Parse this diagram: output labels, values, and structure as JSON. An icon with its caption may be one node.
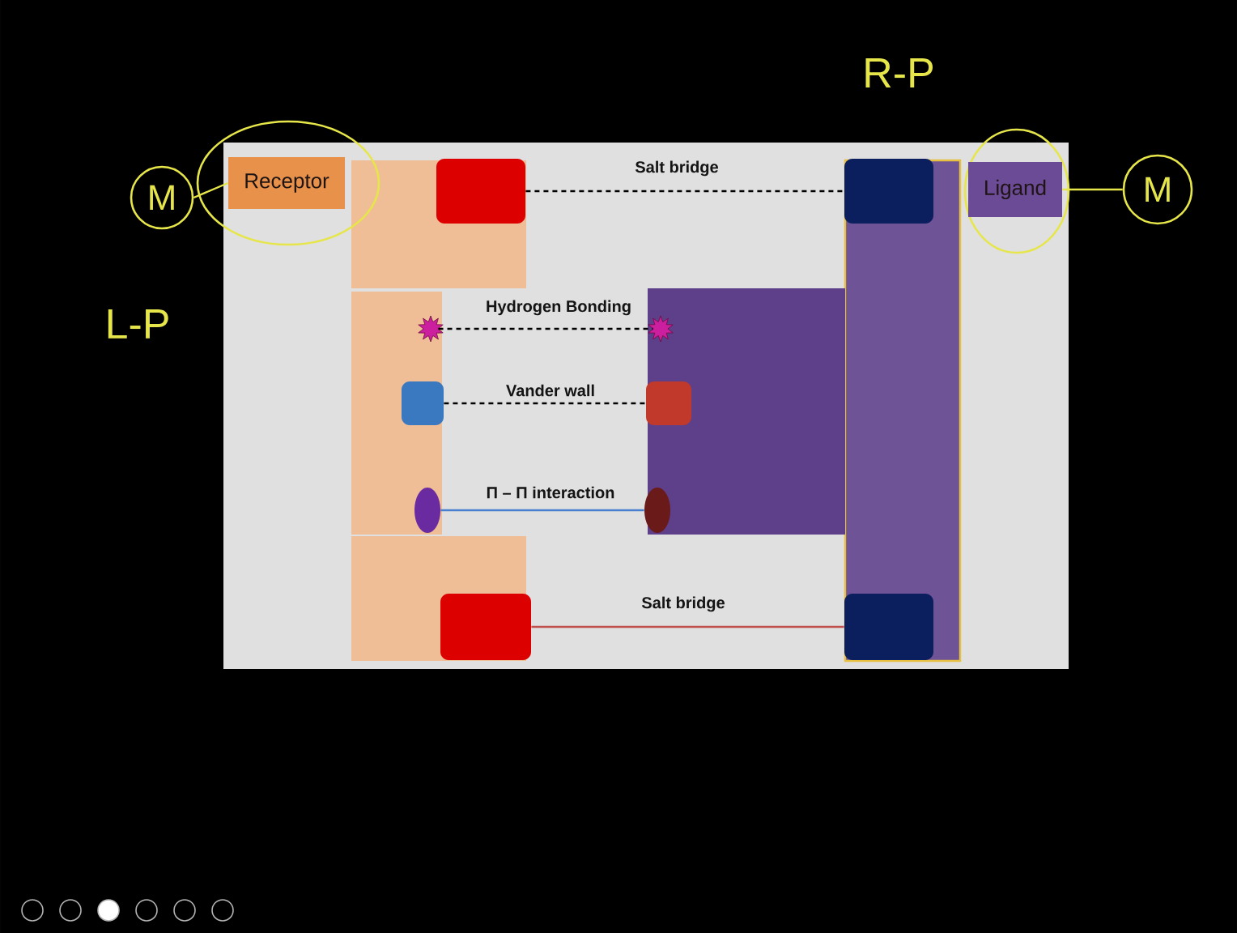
{
  "diagram": {
    "nodes": [
      {
        "text": [
          "Receptor"
        ]
      },
      {
        "text": [
          "Ligand"
        ]
      },
      {
        "text": [],
        "shape": "box"
      },
      {
        "text": [],
        "shape": "box"
      },
      {
        "text": [],
        "shape": "star"
      },
      {
        "text": [],
        "shape": "star"
      },
      {
        "text": [],
        "shape": "box"
      },
      {
        "text": [],
        "shape": "box"
      },
      {
        "text": [],
        "shape": "circle"
      },
      {
        "text": [],
        "shape": "circle"
      },
      {
        "text": [],
        "shape": "box"
      },
      {
        "text": [],
        "shape": "box"
      },
      {
        "text": [
          "M"
        ]
      },
      {
        "text": [
          "M"
        ]
      }
    ],
    "edges": [
      {
        "from": 2,
        "to": 3,
        "arrow": "none",
        "label": "Salt bridge",
        "style": "dashed"
      },
      {
        "from": 4,
        "to": 5,
        "arrow": "none",
        "label": "Hydrogen Bonding",
        "style": "dashed"
      },
      {
        "from": 6,
        "to": 7,
        "arrow": "none",
        "label": "Vander wall",
        "style": "dashed"
      },
      {
        "from": 8,
        "to": 9,
        "arrow": "none",
        "label": "Π – Π interaction",
        "color": "#4a7fd0"
      },
      {
        "from": 10,
        "to": 11,
        "arrow": "none",
        "label": "Salt bridge",
        "color": "#c0504d"
      },
      {
        "from": 12,
        "to": 0,
        "arrow": "none",
        "color": "#e6e64a"
      },
      {
        "from": 13,
        "to": 1,
        "arrow": "none",
        "color": "#e6e64a"
      }
    ],
    "labels": [
      "R-P",
      "L-P"
    ]
  }
}
